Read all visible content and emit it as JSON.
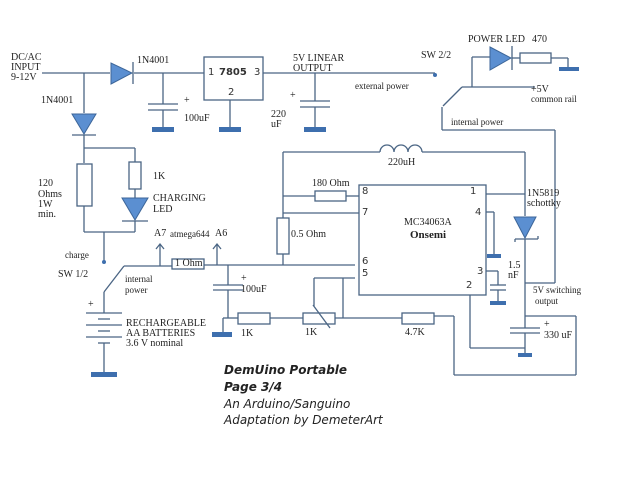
{
  "title_block": {
    "line1": "DemUino Portable",
    "line2": "Page 3/4",
    "line3": "An Arduino/Sanguino",
    "line4": "Adaptation by DemeterArt"
  },
  "labels": {
    "input": [
      "DC/AC",
      "INPUT",
      "9-12V"
    ],
    "d_series": "1N4001",
    "d_shunt": "1N4001",
    "c_in": "100uF",
    "c_plus": "+",
    "reg_name": "7805",
    "reg_pin1": "1",
    "reg_pin2": "2",
    "reg_pin3": "3",
    "linear_out": [
      "5V LINEAR",
      "OUTPUT"
    ],
    "c_out": [
      "220",
      "uF"
    ],
    "ext_power": "external power",
    "sw22": "SW 2/2",
    "power_led": "POWER LED",
    "r_470": "470",
    "common_rail": [
      "+5V",
      "common rail"
    ],
    "internal_power_top": "internal power",
    "inductor": "220uH",
    "r_charge": [
      "120",
      "Ohms",
      "1W",
      "min."
    ],
    "r_1k_led": "1K",
    "charging_led": [
      "CHARGING",
      "LED"
    ],
    "a7": "A7",
    "atmega": "atmega644",
    "a6": "A6",
    "charge": "charge",
    "sw12": "SW 1/2",
    "r_1ohm": "1 Ohm",
    "internal_power_bottom": [
      "internal",
      "power"
    ],
    "c_100uf_b": "100uF",
    "battery": [
      "RECHARGEABLE",
      "AA BATTERIES",
      "3.6 V nominal"
    ],
    "r_180": "180 Ohm",
    "r_05": "0.5 Ohm",
    "chip_name": "MC34063A",
    "chip_vendor": "Onsemi",
    "chip_pins": [
      "1",
      "2",
      "3",
      "4",
      "5",
      "6",
      "7",
      "8"
    ],
    "c_timing": [
      "1.5",
      "nF"
    ],
    "schottky": [
      "1N5819",
      "schottky"
    ],
    "sw_out": [
      "5V switching",
      "output"
    ],
    "c_330": "330 uF",
    "r_1k_a": "1K",
    "r_1k_pot": "1K",
    "r_47k": "4.7K"
  }
}
